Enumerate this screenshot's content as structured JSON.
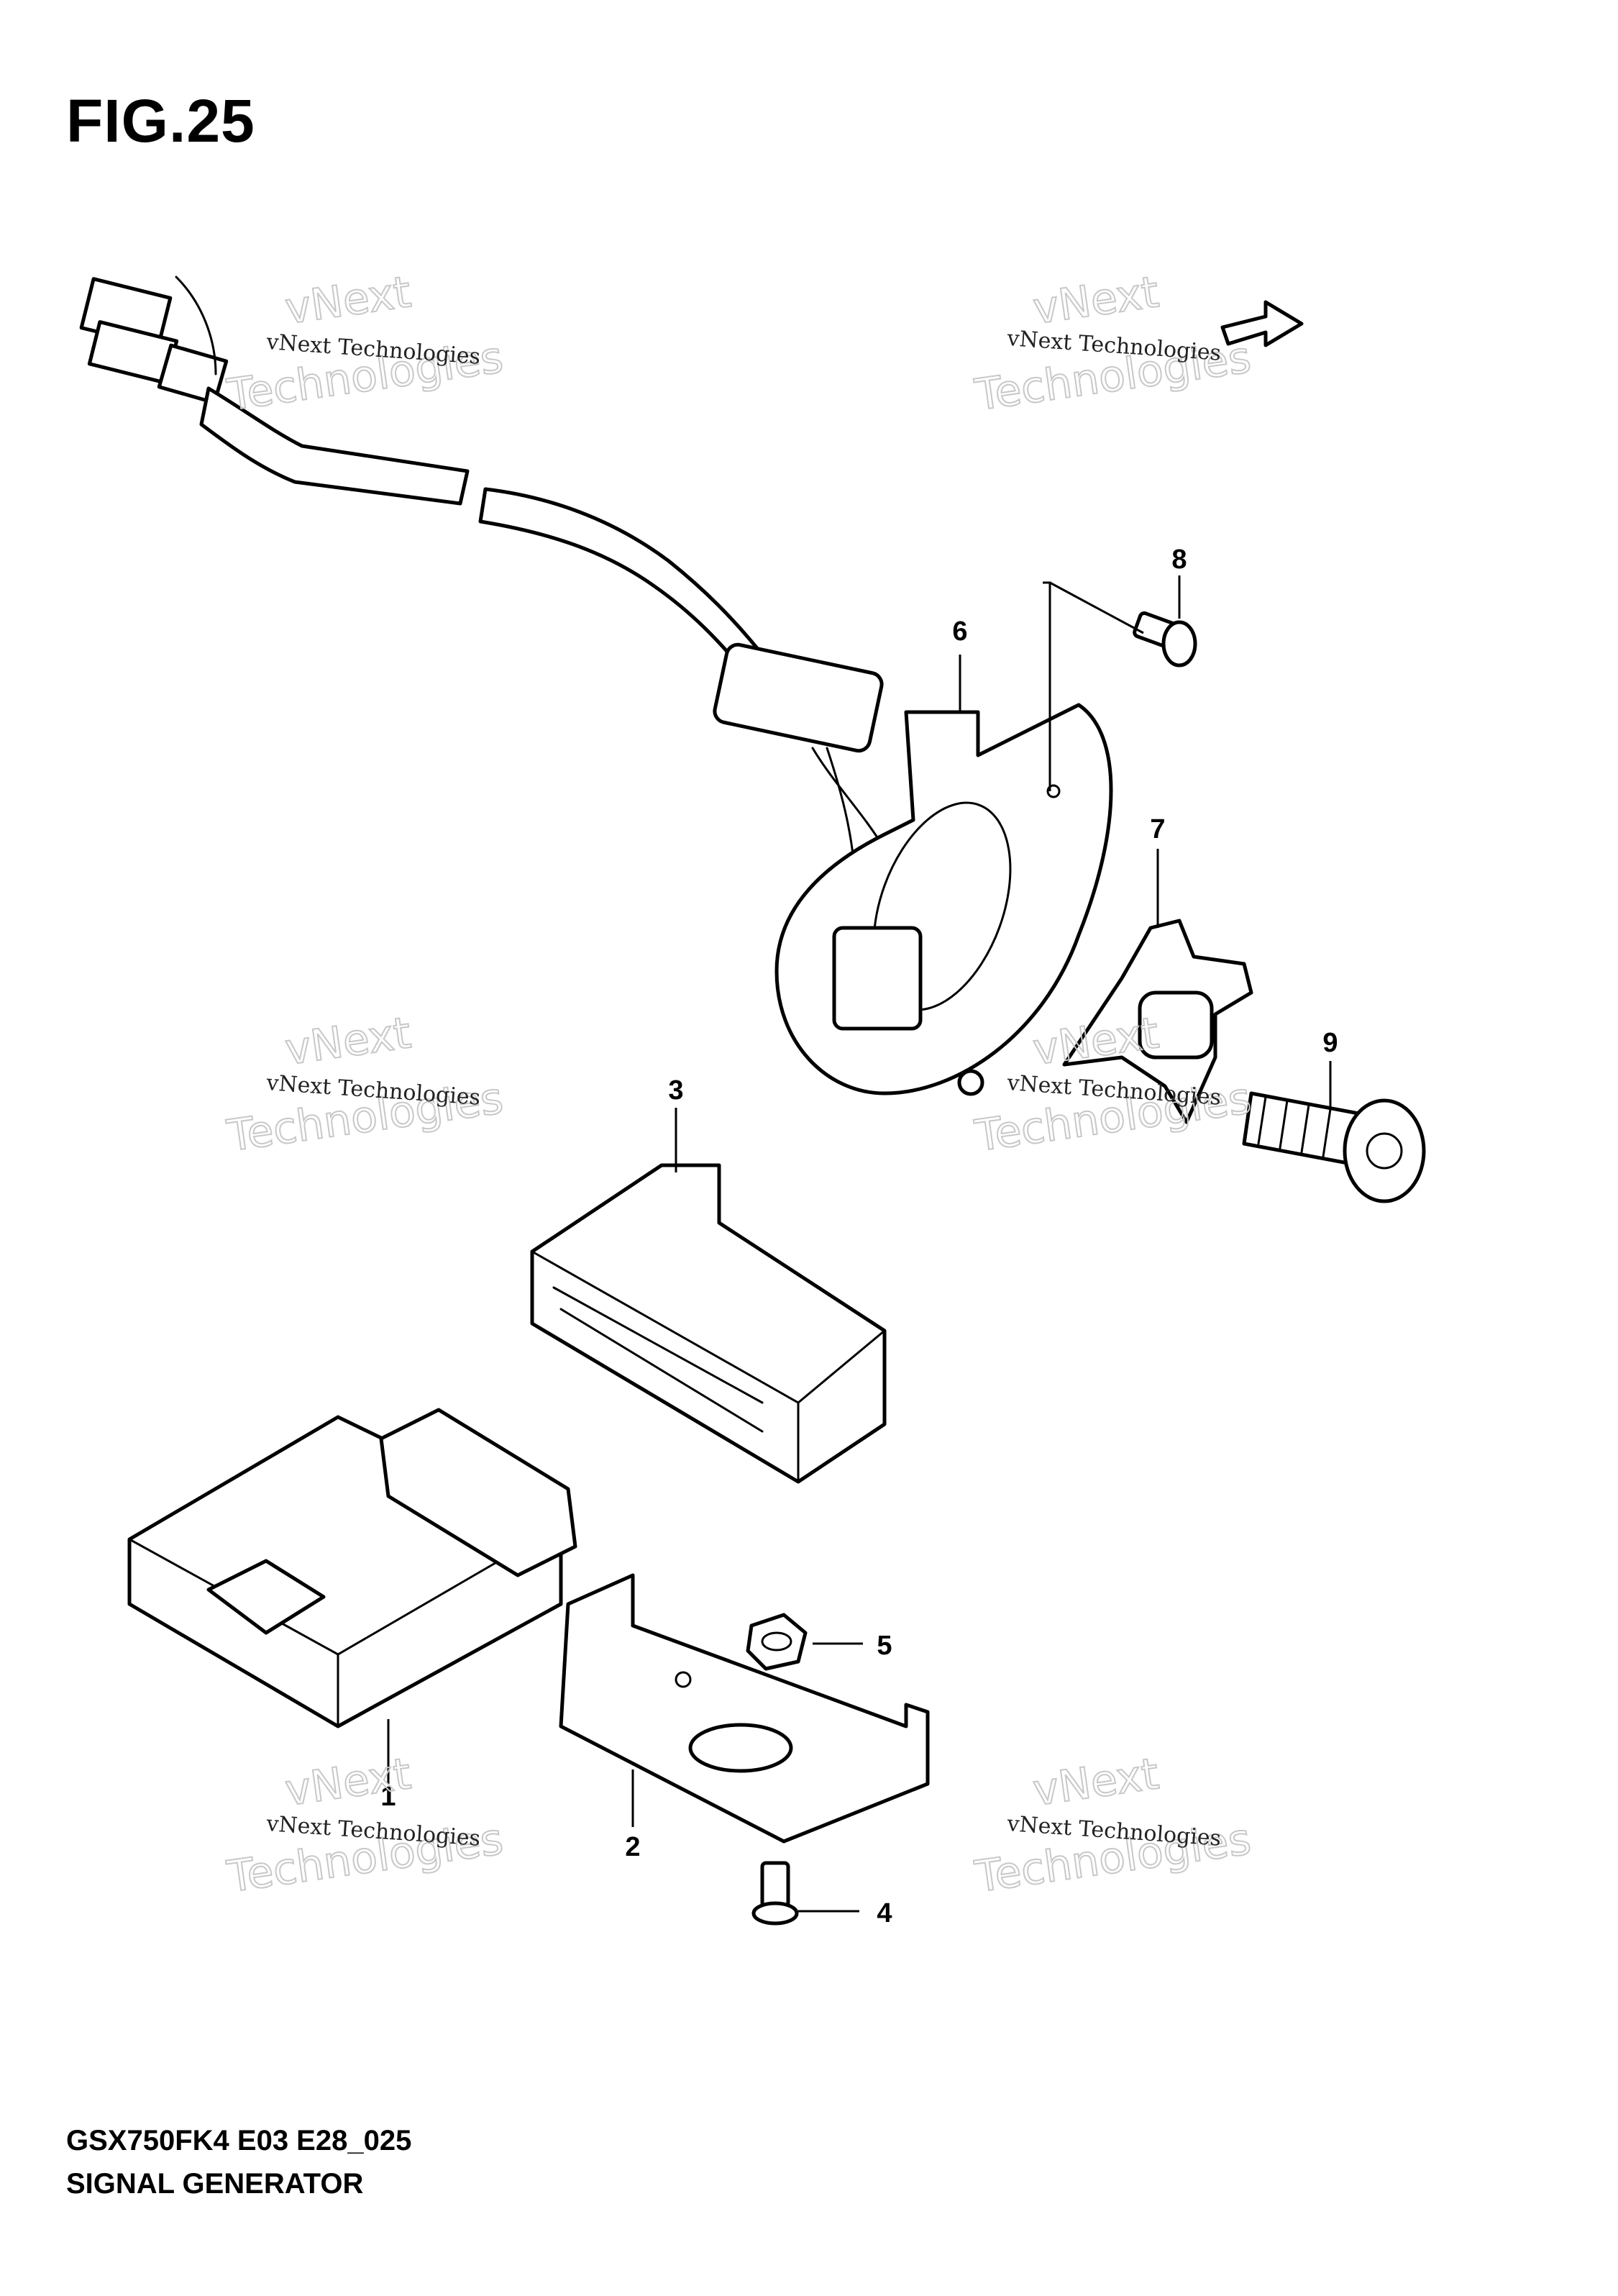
{
  "figure": {
    "title": "FIG.25",
    "code": "GSX750FK4 E03 E28_025",
    "name": "SIGNAL GENERATOR"
  },
  "watermark": {
    "line_small": "vNext Technologies",
    "line_big_a": "vNext",
    "line_big_b": "Technologies"
  },
  "callouts": [
    "1",
    "2",
    "3",
    "4",
    "5",
    "6",
    "7",
    "8",
    "9"
  ]
}
